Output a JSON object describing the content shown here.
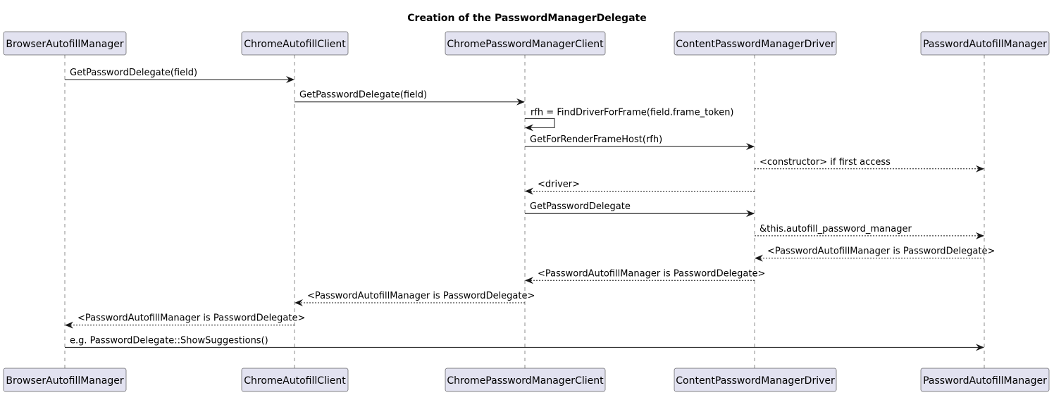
{
  "title": "Creation of the PasswordManagerDelegate",
  "colors": {
    "participant_fill": "#E2E2F0",
    "participant_border": "#181818",
    "lifeline": "#181818",
    "arrow": "#181818"
  },
  "participants": [
    "BrowserAutofillManager",
    "ChromeAutofillClient",
    "ChromePasswordManagerClient",
    "ContentPasswordManagerDriver",
    "PasswordAutofillManager"
  ],
  "messages": [
    {
      "from": 0,
      "to": 1,
      "text": "GetPasswordDelegate(field)",
      "style": "solid"
    },
    {
      "from": 1,
      "to": 2,
      "text": "GetPasswordDelegate(field)",
      "style": "solid"
    },
    {
      "from": 2,
      "to": 2,
      "text": "rfh = FindDriverForFrame(field.frame_token)",
      "style": "solid"
    },
    {
      "from": 2,
      "to": 3,
      "text": "GetForRenderFrameHost(rfh)",
      "style": "solid"
    },
    {
      "from": 3,
      "to": 4,
      "text": "<constructor> if first access",
      "style": "dashed"
    },
    {
      "from": 3,
      "to": 2,
      "text": "<driver>",
      "style": "dashed"
    },
    {
      "from": 2,
      "to": 3,
      "text": "GetPasswordDelegate",
      "style": "solid"
    },
    {
      "from": 3,
      "to": 4,
      "text": "&this.autofill_password_manager",
      "style": "dashed"
    },
    {
      "from": 4,
      "to": 3,
      "text": "<PasswordAutofillManager is PasswordDelegate>",
      "style": "dashed"
    },
    {
      "from": 3,
      "to": 2,
      "text": "<PasswordAutofillManager is PasswordDelegate>",
      "style": "dashed"
    },
    {
      "from": 2,
      "to": 1,
      "text": "<PasswordAutofillManager is PasswordDelegate>",
      "style": "dashed"
    },
    {
      "from": 1,
      "to": 0,
      "text": "<PasswordAutofillManager is PasswordDelegate>",
      "style": "dashed"
    },
    {
      "from": 0,
      "to": 4,
      "text": "e.g. PasswordDelegate::ShowSuggestions()",
      "style": "solid"
    }
  ]
}
